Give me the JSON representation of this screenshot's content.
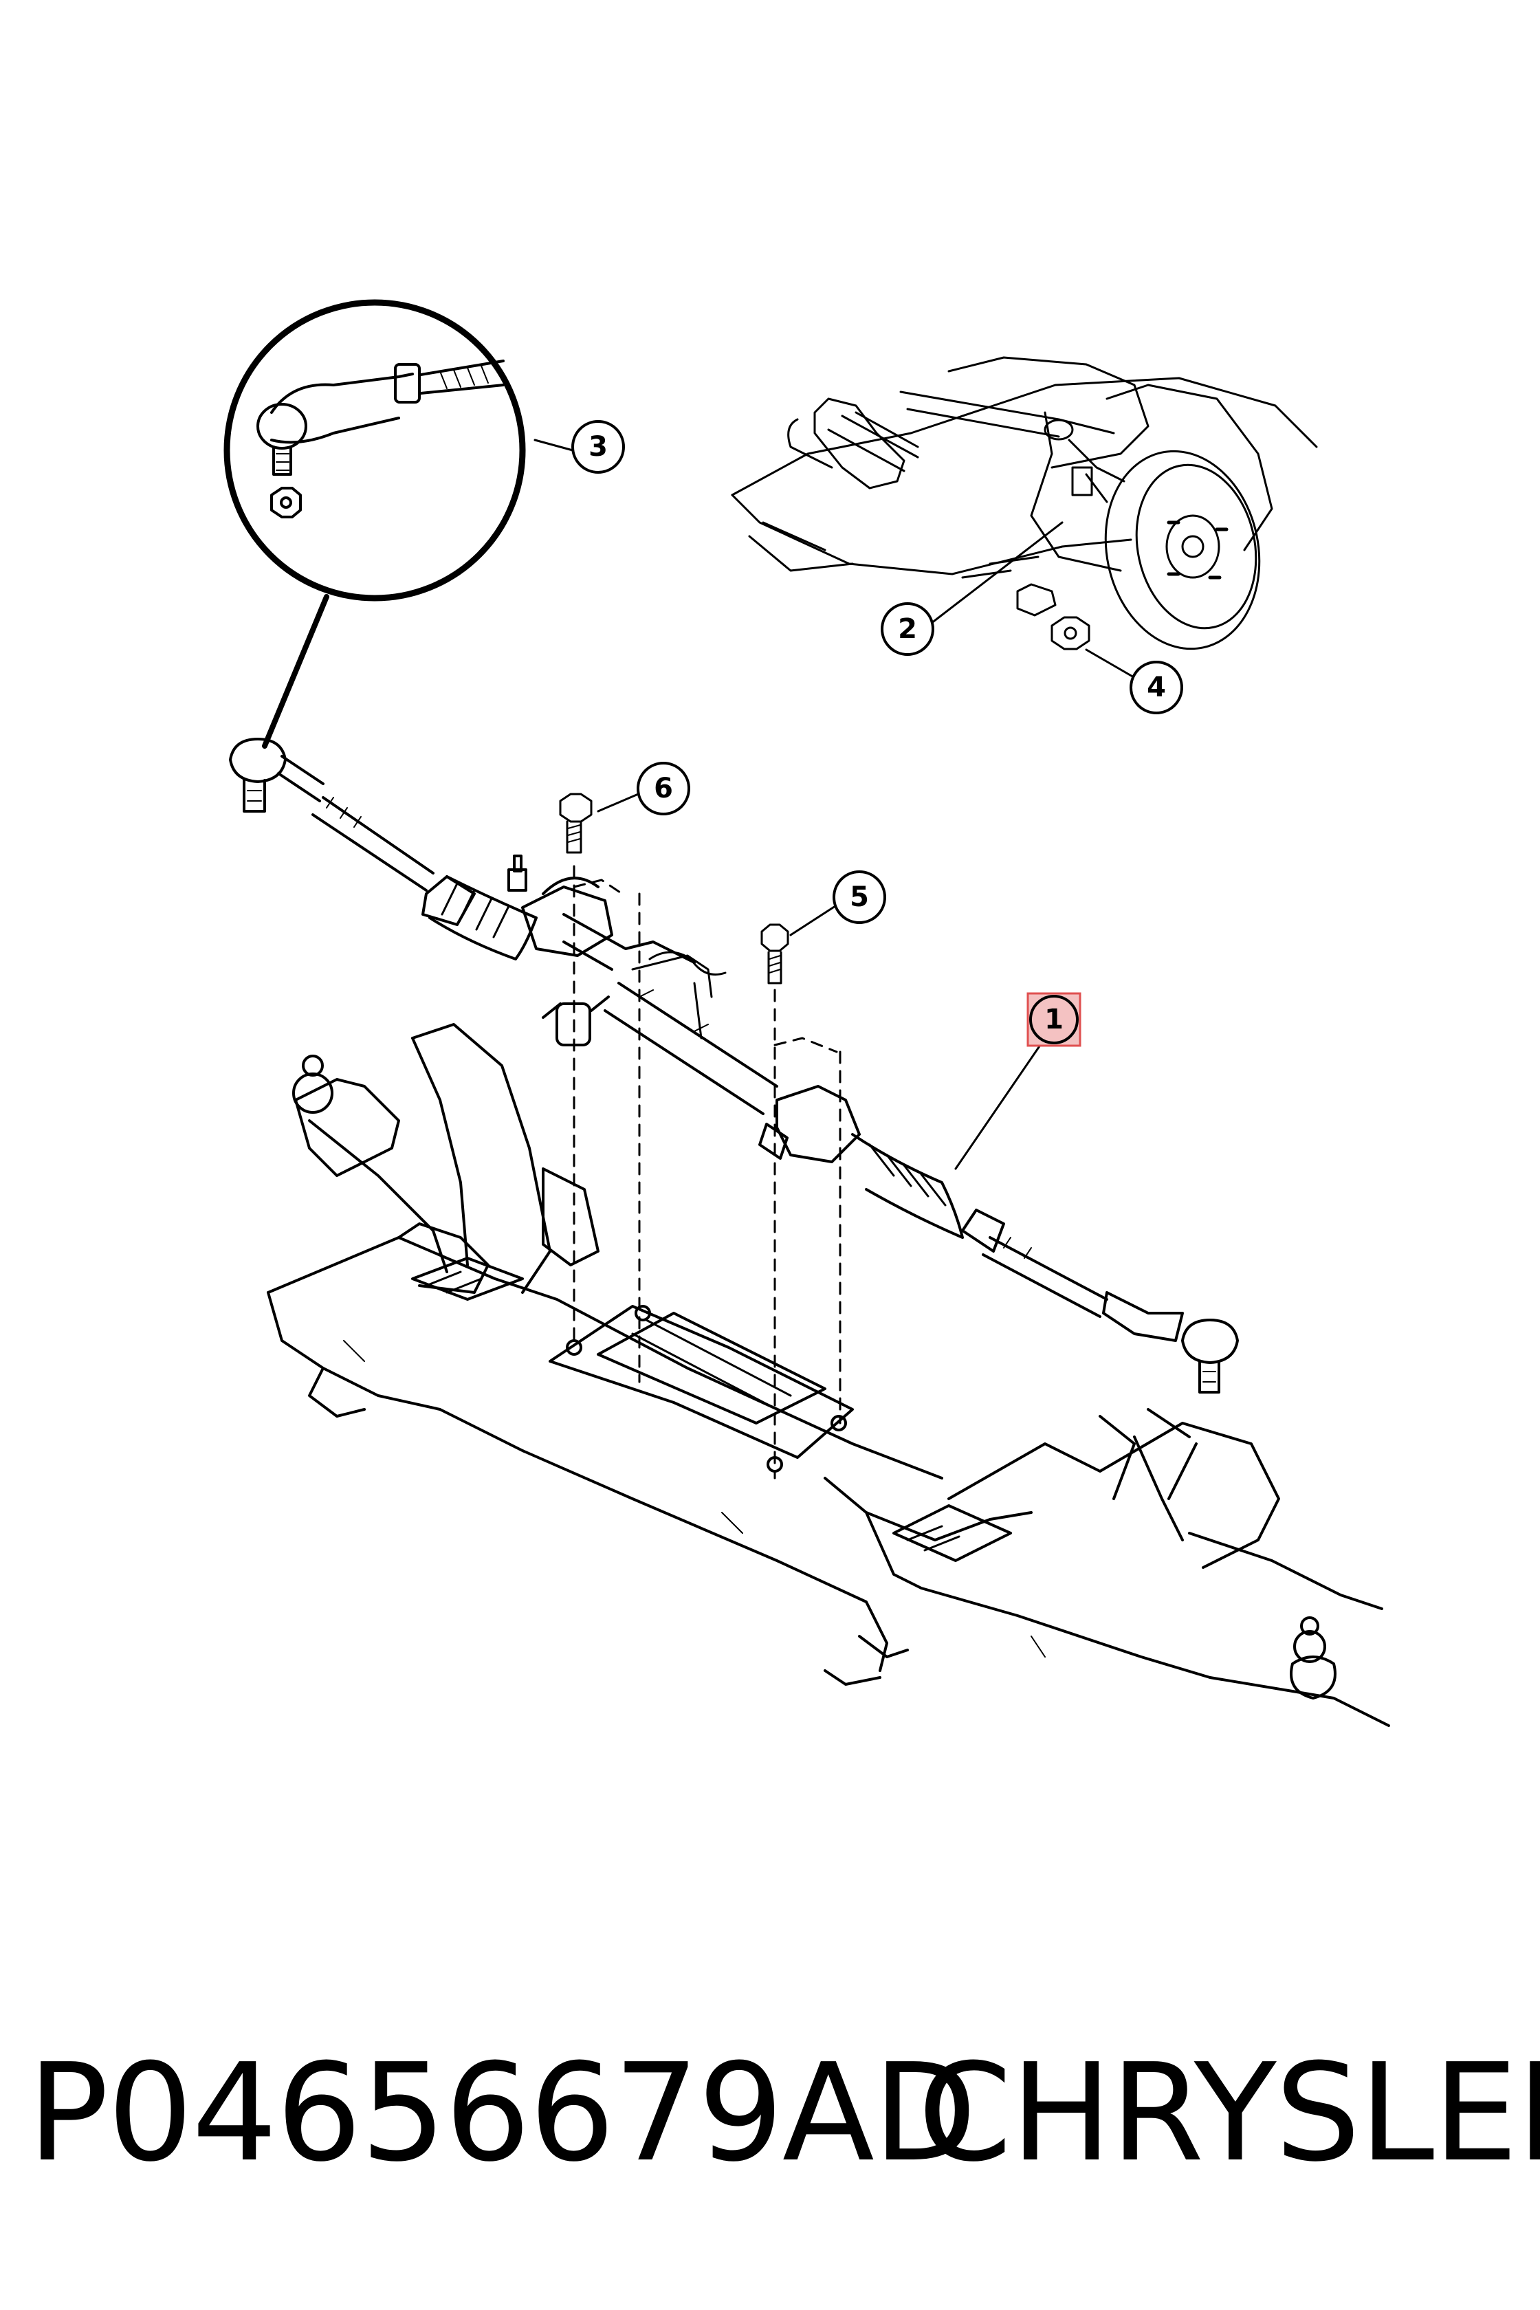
{
  "callouts": [
    {
      "id": "callout-1",
      "label": "1",
      "highlighted": true
    },
    {
      "id": "callout-2",
      "label": "2"
    },
    {
      "id": "callout-3",
      "label": "3"
    },
    {
      "id": "callout-4",
      "label": "4"
    },
    {
      "id": "callout-5",
      "label": "5"
    },
    {
      "id": "callout-6",
      "label": "6"
    }
  ],
  "footer": {
    "part_number": "P04656679AD",
    "brand": "CHRYSLER"
  },
  "colors": {
    "line": "#000000",
    "highlight_fill": "#f4c2c2",
    "highlight_border": "#e05050",
    "background": "#ffffff"
  }
}
